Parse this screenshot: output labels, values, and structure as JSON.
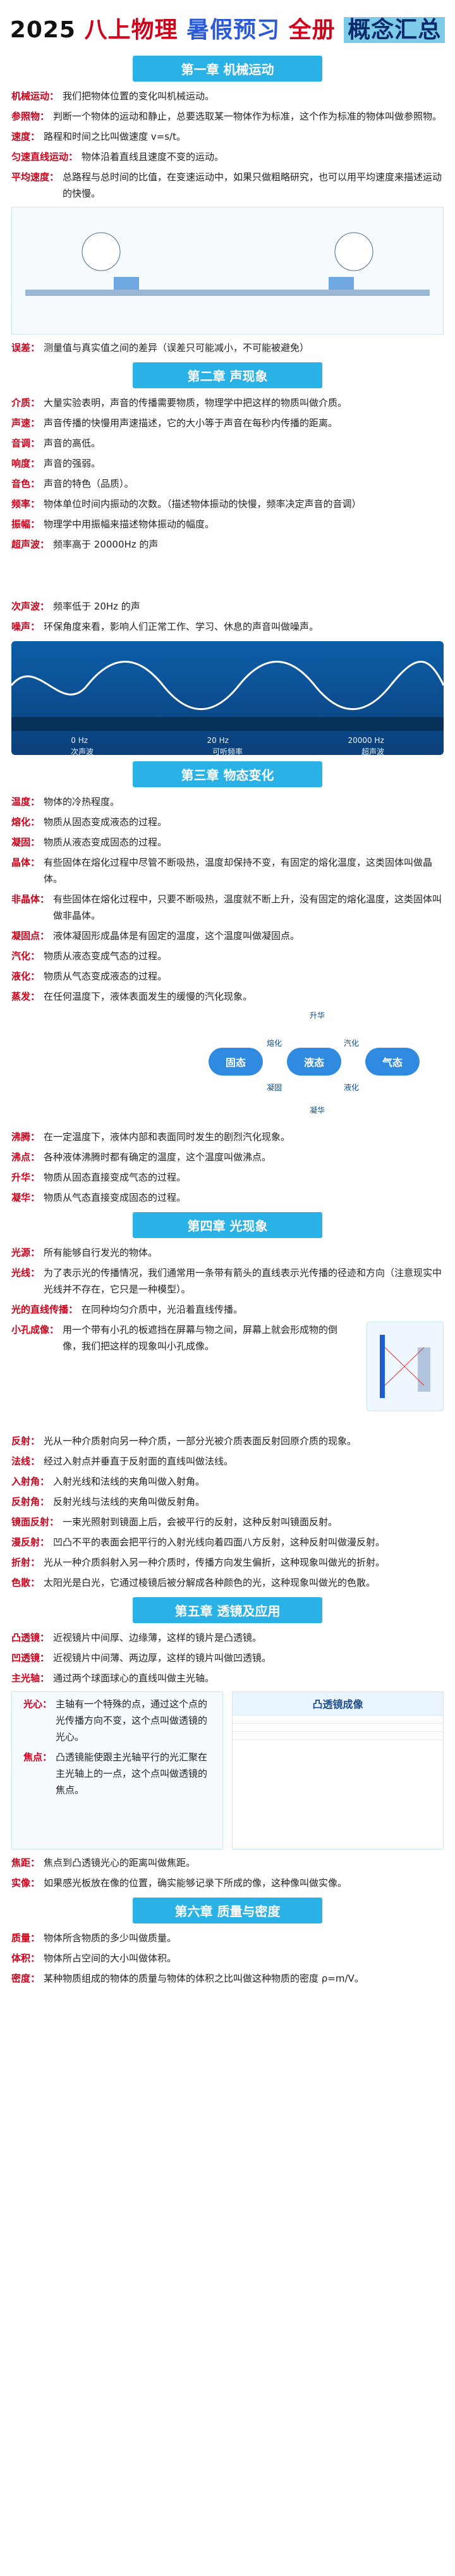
{
  "title": {
    "part1": "2025 ",
    "part2": "八上物理",
    "part3": "暑假预习",
    "part4": "全册",
    "part5": "概念汇总"
  },
  "chapters": {
    "ch1": "第一章 机械运动",
    "ch2": "第二章 声现象",
    "ch3": "第三章 物态变化",
    "ch4": "第四章 光现象",
    "ch5": "第五章 透镜及应用",
    "ch6": "第六章 质量与密度"
  },
  "ch1": {
    "items": [
      {
        "tag": "机械运动：",
        "text": "我们把物体位置的变化叫机械运动。"
      },
      {
        "tag": "参照物：",
        "text": "判断一个物体的运动和静止，总要选取某一物体作为标准，这个作为标准的物体叫做参照物。"
      },
      {
        "tag": "速度：",
        "text": "路程和时间之比叫做速度 v=s/t。"
      },
      {
        "tag": "匀速直线运动：",
        "text": "物体沿着直线且速度不变的运动。"
      },
      {
        "tag": "平均速度：",
        "text": "总路程与总时间的比值，在变速运动中，如果只做粗略研究，也可以用平均速度来描述运动的快慢。"
      },
      {
        "tag": "误差：",
        "text": "测量值与真实值之间的差异（误差只可能减小，不可能被避免）"
      }
    ]
  },
  "ch2": {
    "items": [
      {
        "tag": "介质：",
        "text": "大量实验表明，声音的传播需要物质，物理学中把这样的物质叫做介质。"
      },
      {
        "tag": "声速：",
        "text": "声音传播的快慢用声速描述，它的大小等于声音在每秒内传播的距离。"
      },
      {
        "tag": "音调：",
        "text": "声音的高低。"
      },
      {
        "tag": "响度：",
        "text": "声音的强弱。"
      },
      {
        "tag": "音色：",
        "text": "声音的特色（品质）。"
      },
      {
        "tag": "频率：",
        "text": "物体单位时间内振动的次数。（描述物体振动的快慢，频率决定声音的音调）"
      },
      {
        "tag": "振幅：",
        "text": "物理学中用振幅来描述物体振动的幅度。"
      },
      {
        "tag": "超声波：",
        "text": "频率高于 20000Hz 的声"
      },
      {
        "tag": "次声波：",
        "text": "频率低于 20Hz 的声"
      },
      {
        "tag": "噪声：",
        "text": "环保角度来看，影响人们正常工作、学习、休息的声音叫做噪声。"
      }
    ],
    "wave_labels": [
      "0 Hz",
      "20 Hz",
      "20000 Hz"
    ],
    "wave_names": [
      "次声波",
      "可听频率",
      "超声波"
    ]
  },
  "ch3": {
    "items": [
      {
        "tag": "温度：",
        "text": "物体的冷热程度。"
      },
      {
        "tag": "熔化：",
        "text": "物质从固态变成液态的过程。"
      },
      {
        "tag": "凝固：",
        "text": "物质从液态变成固态的过程。"
      },
      {
        "tag": "晶体：",
        "text": "有些固体在熔化过程中尽管不断吸热，温度却保持不变，有固定的熔化温度，这类固体叫做晶体。"
      },
      {
        "tag": "非晶体：",
        "text": "有些固体在熔化过程中，只要不断吸热，温度就不断上升，没有固定的熔化温度，这类固体叫做非晶体。"
      },
      {
        "tag": "凝固点：",
        "text": "液体凝固形成晶体是有固定的温度，这个温度叫做凝固点。"
      },
      {
        "tag": "汽化：",
        "text": "物质从液态变成气态的过程。"
      },
      {
        "tag": "液化：",
        "text": "物质从气态变成液态的过程。"
      },
      {
        "tag": "蒸发：",
        "text": "在任何温度下，液体表面发生的缓慢的汽化现象。"
      },
      {
        "tag": "沸腾：",
        "text": "在一定温度下，液体内部和表面同时发生的剧烈汽化现象。"
      },
      {
        "tag": "沸点：",
        "text": "各种液体沸腾时都有确定的温度，这个温度叫做沸点。"
      },
      {
        "tag": "升华：",
        "text": "物质从固态直接变成气态的过程。"
      },
      {
        "tag": "凝华：",
        "text": "物质从气态直接变成固态的过程。"
      }
    ],
    "phase": {
      "solid": "固态",
      "liquid": "液态",
      "gas": "气态",
      "melt": "熔化",
      "freeze": "凝固",
      "vapor": "汽化",
      "liquefy": "液化",
      "sublime": "升华",
      "deposit": "凝华"
    }
  },
  "ch4": {
    "items": [
      {
        "tag": "光源：",
        "text": "所有能够自行发光的物体。"
      },
      {
        "tag": "光线：",
        "text": "为了表示光的传播情况，我们通常用一条带有箭头的直线表示光传播的径迹和方向（注意现实中光线并不存在，它只是一种模型）。"
      },
      {
        "tag": "光的直线传播：",
        "text": "在同种均匀介质中，光沿着直线传播。"
      },
      {
        "tag": "小孔成像：",
        "text": "用一个带有小孔的板遮挡在屏幕与物之间，屏幕上就会形成物的倒像，我们把这样的现象叫小孔成像。"
      },
      {
        "tag": "反射：",
        "text": "光从一种介质射向另一种介质，一部分光被介质表面反射回原介质的现象。"
      },
      {
        "tag": "法线：",
        "text": "经过入射点并垂直于反射面的直线叫做法线。"
      },
      {
        "tag": "入射角：",
        "text": "入射光线和法线的夹角叫做入射角。"
      },
      {
        "tag": "反射角：",
        "text": "反射光线与法线的夹角叫做反射角。"
      },
      {
        "tag": "镜面反射：",
        "text": "一束光照射到镜面上后，会被平行的反射，这种反射叫镜面反射。"
      },
      {
        "tag": "漫反射：",
        "text": "凹凸不平的表面会把平行的入射光线向着四面八方反射，这种反射叫做漫反射。"
      },
      {
        "tag": "折射：",
        "text": "光从一种介质斜射入另一种介质时，传播方向发生偏折，这种现象叫做光的折射。"
      },
      {
        "tag": "色散：",
        "text": "太阳光是白光，它通过棱镜后被分解成各种颜色的光，这种现象叫做光的色散。"
      }
    ]
  },
  "ch5": {
    "items": [
      {
        "tag": "凸透镜：",
        "text": "近视镜片中间厚、边缘薄，这样的镜片是凸透镜。"
      },
      {
        "tag": "凹透镜：",
        "text": "近视镜片中间薄、两边厚，这样的镜片叫做凹透镜。"
      },
      {
        "tag": "主光轴：",
        "text": "通过两个球面球心的直线叫做主光轴。"
      },
      {
        "tag": "光心：",
        "text": "主轴有一个特殊的点，通过这个点的光传播方向不变，这个点叫做透镜的光心。"
      },
      {
        "tag": "焦点：",
        "text": "凸透镜能使跟主光轴平行的光汇聚在主光轴上的一点，这个点叫做透镜的焦点。"
      },
      {
        "tag": "焦距：",
        "text": "焦点到凸透镜光心的距离叫做焦距。"
      },
      {
        "tag": "实像：",
        "text": "如果感光板放在像的位置，确实能够记录下所成的像，这种像叫做实像。"
      }
    ],
    "table_title": "凸透镜成像"
  },
  "ch6": {
    "items": [
      {
        "tag": "质量：",
        "text": "物体所含物质的多少叫做质量。"
      },
      {
        "tag": "体积：",
        "text": "物体所占空间的大小叫做体积。"
      },
      {
        "tag": "密度：",
        "text": "某种物质组成的物体的质量与物体的体积之比叫做这种物质的密度 ρ=m/V。"
      }
    ]
  }
}
